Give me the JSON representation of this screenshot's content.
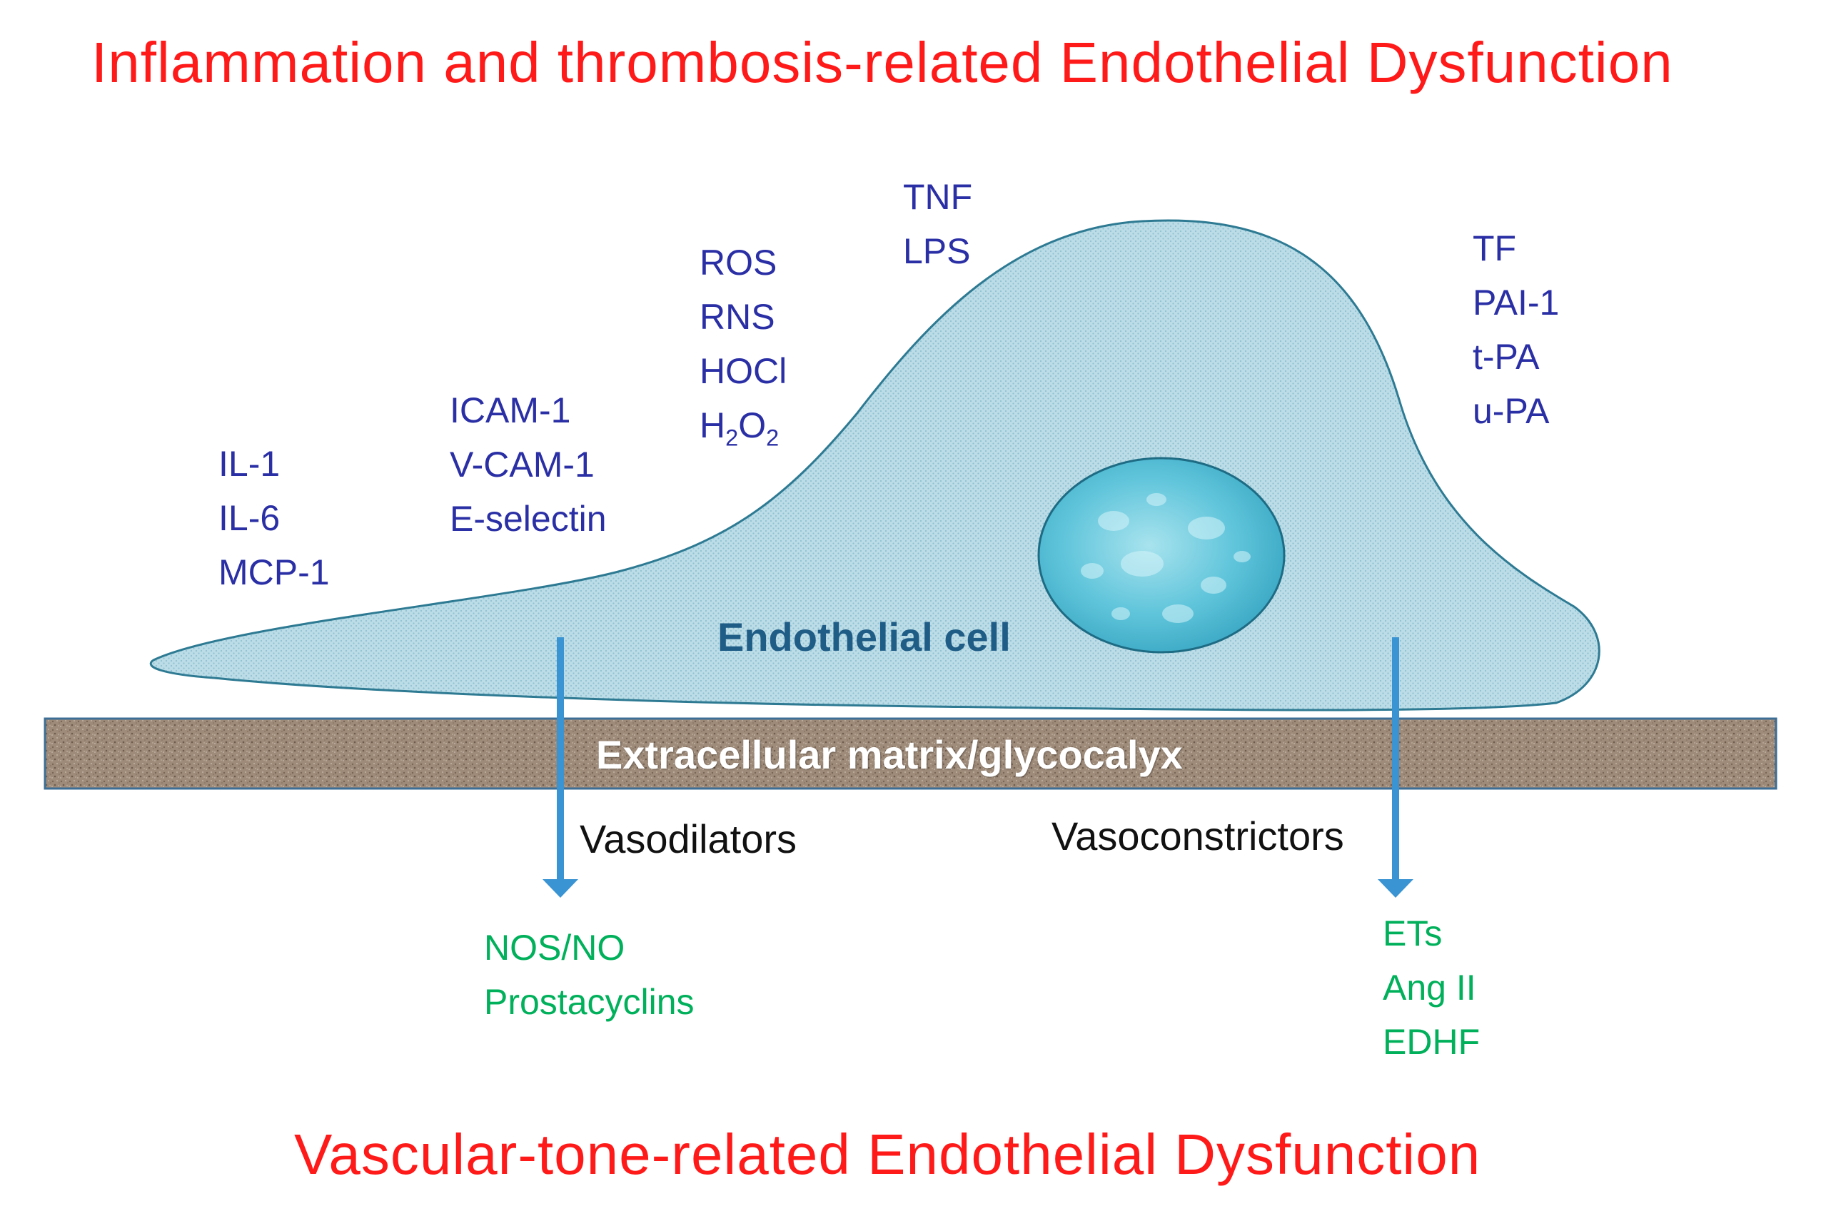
{
  "titles": {
    "top": "Inflammation and thrombosis-related  Endothelial Dysfunction",
    "bottom": "Vascular-tone-related  Endothelial Dysfunction"
  },
  "cell": {
    "label": "Endothelial cell",
    "fill_color": "#b7dbe6",
    "outline_color": "#2e7a93",
    "nucleus_color": "#5ec4da"
  },
  "matrix": {
    "label": "Extracellular matrix/glycocalyx",
    "fill_color": "#9c8877"
  },
  "mediators": {
    "cytokines": [
      "IL-1",
      "IL-6",
      "MCP-1"
    ],
    "adhesion": [
      "ICAM-1",
      "V-CAM-1",
      "E-selectin"
    ],
    "oxidative": [
      "ROS",
      "RNS",
      "HOCl"
    ],
    "h2o2": {
      "base": "H",
      "sub1": "2",
      "mid": "O",
      "sub2": "2"
    },
    "inflammatory_triggers": [
      "TNF",
      "LPS"
    ],
    "thrombosis": [
      "TF",
      "PAI-1",
      "t-PA",
      "u-PA"
    ],
    "vasodilators": [
      "NOS/NO",
      "Prostacyclins"
    ],
    "vasoconstrictors": [
      "ETs",
      "Ang II",
      "EDHF"
    ]
  },
  "arrows": {
    "left_label": "Vasodilators",
    "right_label": "Vasoconstrictors",
    "color": "#3a93d2"
  },
  "colors": {
    "title": "#ff1a1a",
    "mediator_blue": "#2a2fa5",
    "mediator_green": "#00b05a"
  }
}
